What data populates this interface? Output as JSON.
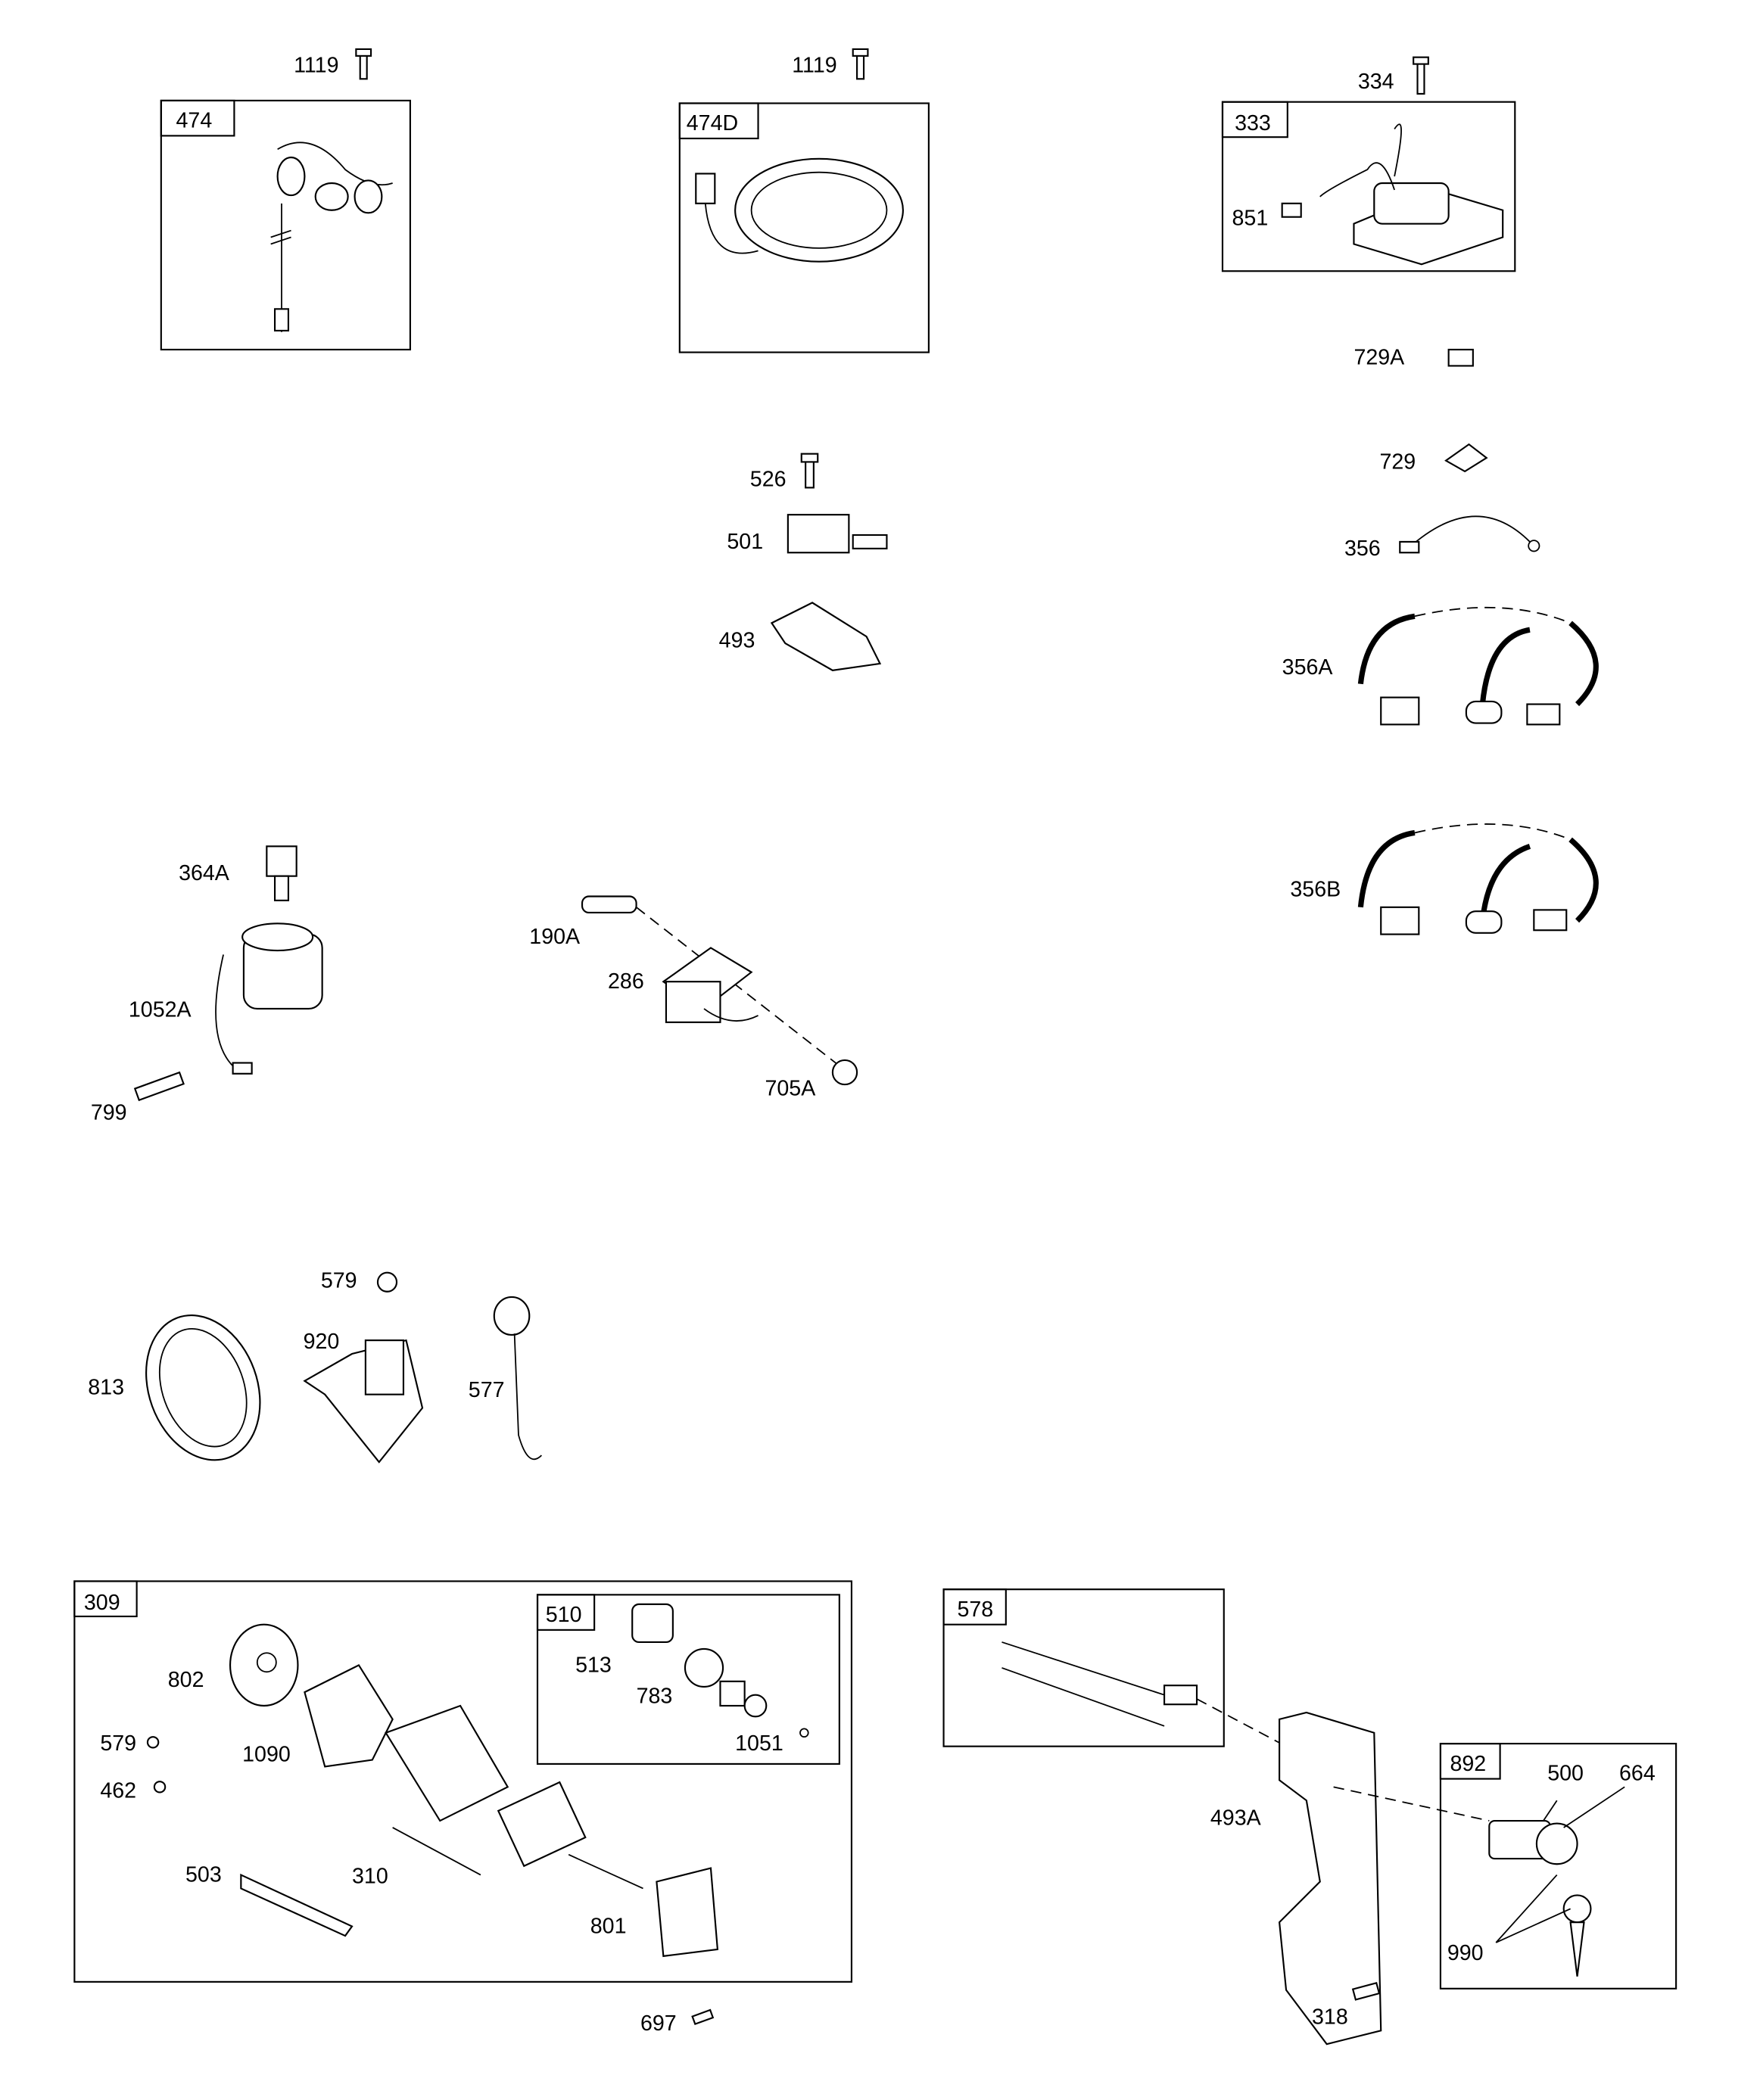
{
  "groups": {
    "g474": "474",
    "g474D": "474D",
    "g333": "333",
    "g309": "309",
    "g510": "510",
    "g578": "578",
    "g892": "892"
  },
  "parts": {
    "p1119a": "1119",
    "p1119b": "1119",
    "p334": "334",
    "p851": "851",
    "p729A": "729A",
    "p729": "729",
    "p356": "356",
    "p356A": "356A",
    "p356B": "356B",
    "p526": "526",
    "p501": "501",
    "p493": "493",
    "p364A": "364A",
    "p1052A": "1052A",
    "p799": "799",
    "p190A": "190A",
    "p286": "286",
    "p705A": "705A",
    "p579a": "579",
    "p920": "920",
    "p813": "813",
    "p577": "577",
    "p513": "513",
    "p783": "783",
    "p1051": "1051",
    "p802": "802",
    "p579b": "579",
    "p1090": "1090",
    "p462": "462",
    "p503": "503",
    "p310": "310",
    "p801": "801",
    "p697": "697",
    "p493A": "493A",
    "p500": "500",
    "p664": "664",
    "p990": "990",
    "p318": "318"
  }
}
